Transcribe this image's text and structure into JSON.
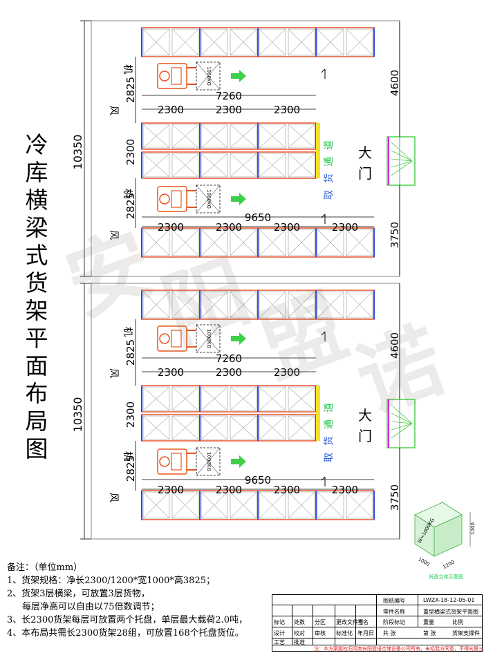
{
  "title_chars": [
    "冷",
    "库",
    "横",
    "梁",
    "式",
    "货",
    "架",
    "平",
    "面",
    "布",
    "局",
    "图"
  ],
  "watermark_chars": [
    "安",
    "阳",
    "盟",
    "诺"
  ],
  "dimensions": {
    "total_length": "10350",
    "row_gap": "2825",
    "rack_depth": "2300",
    "bay_width": "2300",
    "middle_span": "7260",
    "long_span": "9650",
    "door_to_top": "4600",
    "door_to_bottom": "3750"
  },
  "labels": {
    "fan_char_1": "风",
    "fan_char_2": "机",
    "aisle": [
      "取",
      "货",
      "通",
      "道"
    ],
    "door": "大门",
    "forklift_tag": "1000KG"
  },
  "pallet_dims": {
    "load": "W=1000KG",
    "height": "1000",
    "width": "1200",
    "depth": "1000",
    "caption": "托盘立体示意图"
  },
  "notes": {
    "header": "备注：（单位mm）",
    "lines": [
      "1、货架规格：净长2300/1200*宽1000*高3825；",
      "2、货架3层横梁，可放置3层货物，",
      "每层净高可以自由以75倍数调节；",
      "3、长2300货架每层可放置两个托盘，单层最大载荷2.0吨，",
      "4、本布局共需长2300货架28组，可放置168个托盘货位。"
    ]
  },
  "title_block": {
    "drawing_no_label": "图纸编号",
    "drawing_no": "LWZX-18-12-05-01",
    "part_name_label": "零件名称",
    "part_name": "重型横梁式货架平面图",
    "cells": [
      "设计",
      "校对",
      "审核",
      "标准化",
      "工艺",
      "批准",
      "标记",
      "处数",
      "分区",
      "更改文件号",
      "签名",
      "年月日",
      "阶段标记",
      "重量",
      "比例",
      "共 张",
      "第 张",
      "货架支撑件"
    ],
    "copyright": "注：本方案版权归河南安阳盟诺仓储设备公司所有，未经我方同意，不得向第三方转让。"
  },
  "colors": {
    "rack_orange": "#e8542b",
    "upright_blue": "#2b4be0",
    "forklift_orange": "#e8541c",
    "arrow_green": "#3fd04a",
    "aisle_text_green": "#1fc54a",
    "aisle_text_blue": "#2b5be0",
    "aisle_yellow": "#f2e22e",
    "door_green": "#3fcf3f",
    "door_magenta": "#d02bd0"
  }
}
